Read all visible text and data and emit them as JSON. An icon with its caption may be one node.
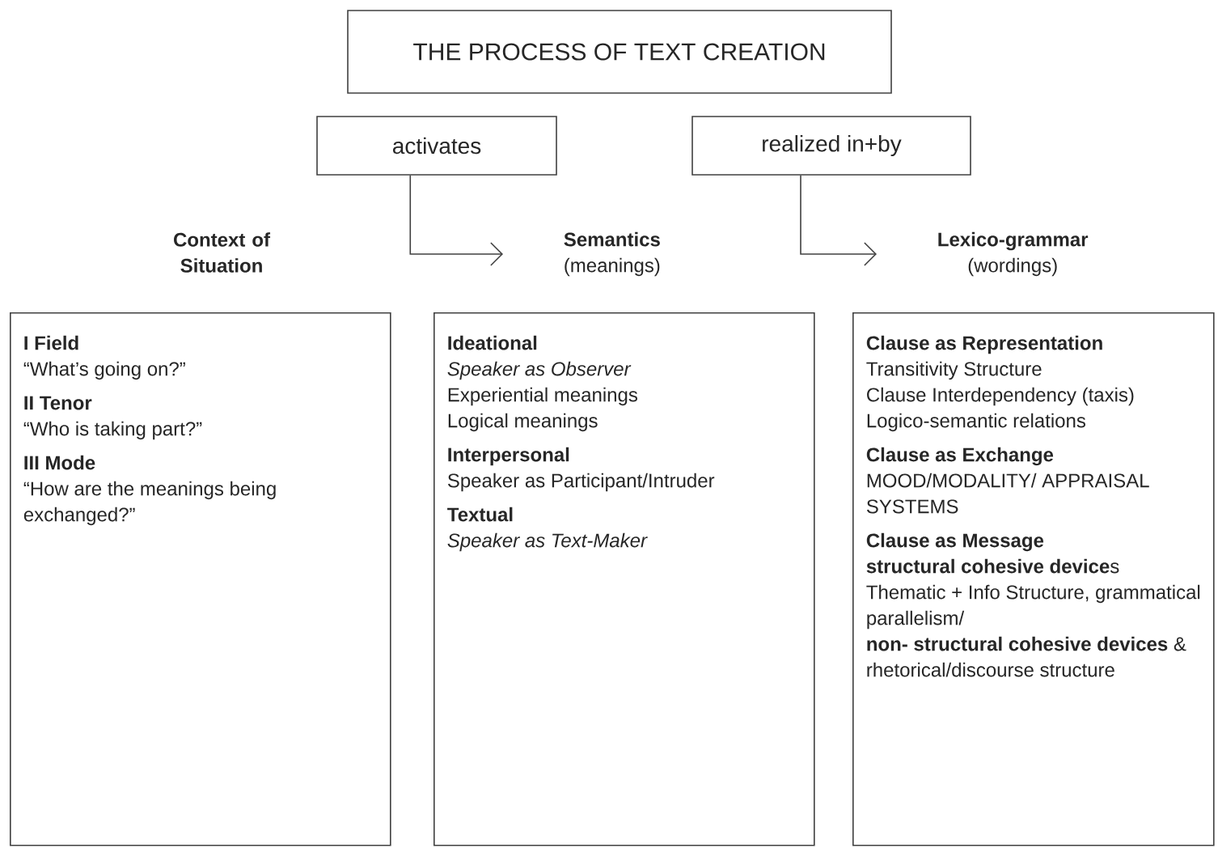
{
  "diagram": {
    "nodes": [
      {
        "text": [
          "THE PROCESS OF TEXT CREATION"
        ]
      },
      {
        "text": [
          "activates"
        ]
      },
      {
        "text": [
          "realized in+by"
        ]
      },
      {
        "text": [
          "Context of Situation"
        ]
      },
      {
        "text": [
          "Semantics",
          "(meanings)"
        ]
      },
      {
        "text": [
          "Lexico-grammar",
          "(wordings)"
        ]
      },
      {
        "text": [
          "I Field",
          "“What’s going on?”",
          "II Tenor",
          "“Who is taking part?”",
          "III Mode",
          "“How are the meanings being exchanged?”"
        ]
      },
      {
        "text": [
          "Ideational",
          "Speaker as Observer",
          "Experiential meanings",
          "Logical meanings",
          "Interpersonal",
          "Speaker as Participant/Intruder",
          "Textual",
          "Speaker as Text-Maker"
        ]
      },
      {
        "text": [
          "Clause as Representation",
          "Transitivity Structure",
          "Clause Interdependency (taxis)",
          "Logico-semantic relations",
          "Clause as Exchange",
          "MOOD/MODALITY/ APPRAISAL SYSTEMS",
          "Clause as Message",
          "**structural cohesive device**s",
          "Thematic + Info Structure, grammatical parallelism/",
          "**non- structural cohesive devices** & rhetorical/discourse structure"
        ]
      }
    ],
    "edges": [
      {
        "from": 1,
        "to": 4,
        "arrow": "to"
      },
      {
        "from": 2,
        "to": 5,
        "arrow": "to"
      }
    ]
  }
}
